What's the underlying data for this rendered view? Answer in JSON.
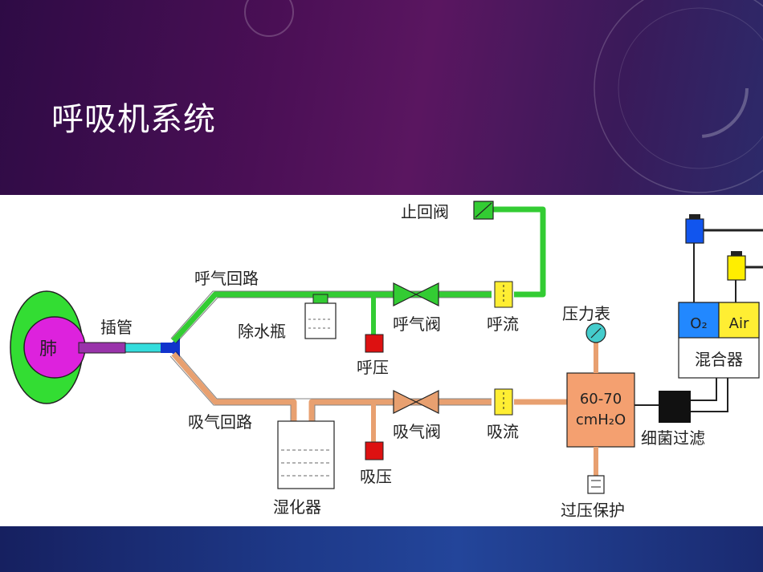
{
  "slide": {
    "title": "呼吸机系统"
  },
  "diagram": {
    "labels": {
      "lung": "肺",
      "intubation": "插管",
      "exhale_circuit": "呼气回路",
      "inhale_circuit": "吸气回路",
      "check_valve": "止回阀",
      "water_trap": "除水瓶",
      "exhale_pressure": "呼压",
      "exhale_valve": "呼气阀",
      "exhale_flow": "呼流",
      "humidifier": "湿化器",
      "inhale_pressure": "吸压",
      "inhale_valve": "吸气阀",
      "inhale_flow": "吸流",
      "pressure_gauge": "压力表",
      "regulator_value": "60-70",
      "regulator_unit": "cmH₂O",
      "overpressure_protection": "过压保护",
      "bacteria_filter": "细菌过滤",
      "oxygen": "O₂",
      "air": "Air",
      "mixer": "混合器"
    },
    "colors": {
      "exhale_line": "#33cc33",
      "inhale_line": "#e8a070",
      "lung_outer": "#33dd33",
      "lung_inner": "#dd22dd",
      "tube": "#9933aa",
      "tube_tip": "#33dddd",
      "junction": "#1133cc",
      "sensor_red": "#dd1111",
      "flow_yellow": "#ffee33",
      "regulator": "#f4a070",
      "gauge": "#44cccc",
      "oxygen_cylinder": "#1155ee",
      "air_cylinder": "#ffee00",
      "oxygen_cell": "#2288ff",
      "air_cell": "#ffee33",
      "filter": "#111111"
    }
  }
}
